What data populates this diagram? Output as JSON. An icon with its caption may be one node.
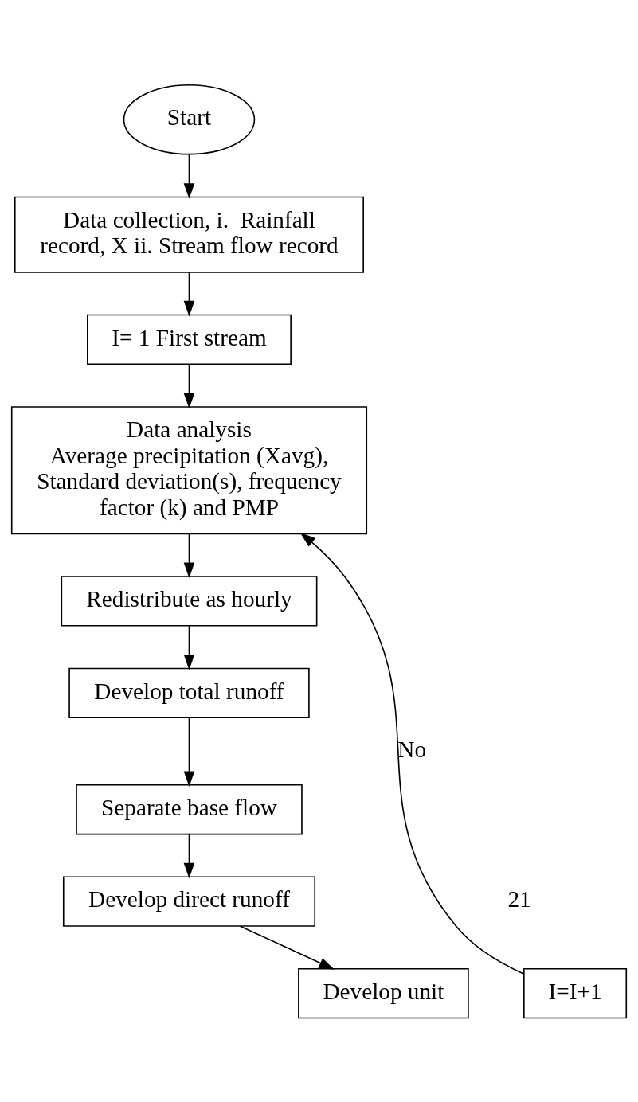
{
  "diagram": {
    "nodes": [
      {
        "text": [
          "Start"
        ]
      },
      {
        "text": [
          "Data collection, i.  Rainfall record, X ii. Stream flow record"
        ]
      },
      {
        "text": [
          "I= 1 First stream"
        ]
      },
      {
        "text": [
          "Data analysis",
          "Average precipitation (Xavg), Standard deviation(s), frequency factor (k) and PMP"
        ]
      },
      {
        "text": [
          "Redistribute as hourly"
        ]
      },
      {
        "text": [
          "Develop total runoff"
        ]
      },
      {
        "text": [
          "Separate base flow"
        ]
      },
      {
        "text": [
          "Develop direct runoff"
        ]
      },
      {
        "text": [
          "Develop unit"
        ]
      },
      {
        "text": [
          "I=I+1"
        ]
      }
    ],
    "edges": [
      {
        "from": 0,
        "to": 1,
        "arrow": "to"
      },
      {
        "from": 1,
        "to": 2,
        "arrow": "to"
      },
      {
        "from": 2,
        "to": 3,
        "arrow": "to"
      },
      {
        "from": 3,
        "to": 4,
        "arrow": "to"
      },
      {
        "from": 4,
        "to": 5,
        "arrow": "to"
      },
      {
        "from": 5,
        "to": 6,
        "arrow": "to"
      },
      {
        "from": 6,
        "to": 7,
        "arrow": "to"
      },
      {
        "from": 7,
        "to": 8,
        "arrow": "to"
      },
      {
        "from": 9,
        "to": 3,
        "label": "No",
        "arrow": "to"
      }
    ],
    "labels": [
      "21"
    ]
  }
}
